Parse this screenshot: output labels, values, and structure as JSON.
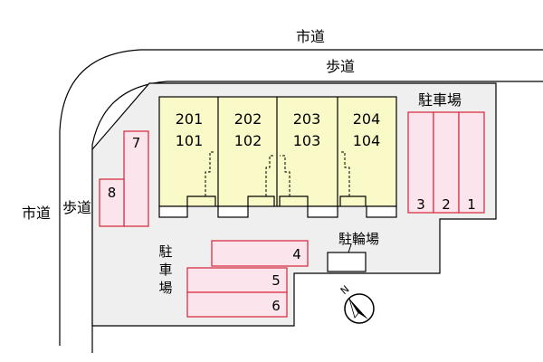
{
  "roads": {
    "city_road_top": "市道",
    "sidewalk_top": "歩道",
    "city_road_left": "市道",
    "sidewalk_left": "歩道"
  },
  "building": {
    "units": [
      {
        "upper": "201",
        "lower": "101"
      },
      {
        "upper": "202",
        "lower": "102"
      },
      {
        "upper": "203",
        "lower": "103"
      },
      {
        "upper": "204",
        "lower": "104"
      }
    ]
  },
  "parking_right": {
    "label": "駐車場",
    "spaces": [
      "3",
      "2",
      "1"
    ]
  },
  "parking_center": {
    "label": "駐車場",
    "spaces": [
      "4",
      "5",
      "6"
    ]
  },
  "parking_left": {
    "spaces": [
      "7",
      "8"
    ]
  },
  "bicycle_parking": {
    "label": "駐輪場"
  },
  "compass": {
    "north_label": "N"
  },
  "colors": {
    "lot_fill": "#efefef",
    "building_fill": "#fafac8",
    "parking_fill": "#fce4ec",
    "parking_border": "#d6243a"
  }
}
